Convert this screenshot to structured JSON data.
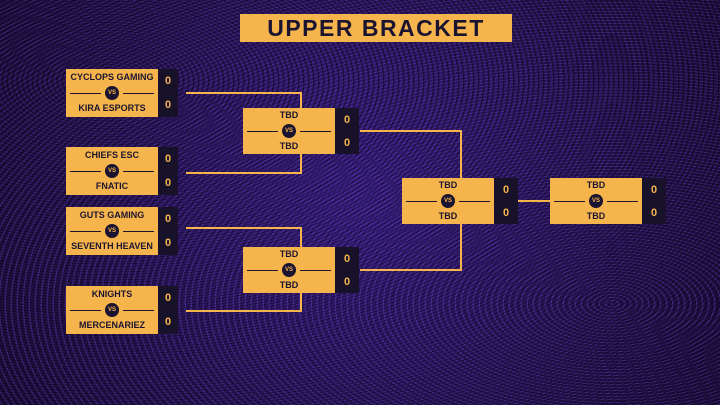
{
  "title": "UPPER BRACKET",
  "vs_label": "VS",
  "round1": [
    {
      "team1": "CYCLOPS GAMING",
      "team2": "KIRA ESPORTS",
      "score1": "0",
      "score2": "0"
    },
    {
      "team1": "CHIEFS ESC",
      "team2": "FNATIC",
      "score1": "0",
      "score2": "0"
    },
    {
      "team1": "GUTS GAMING",
      "team2": "SEVENTH HEAVEN",
      "score1": "0",
      "score2": "0"
    },
    {
      "team1": "KNIGHTS",
      "team2": "MERCENARIEZ",
      "score1": "0",
      "score2": "0"
    }
  ],
  "round2": [
    {
      "team1": "TBD",
      "team2": "TBD",
      "score1": "0",
      "score2": "0"
    },
    {
      "team1": "TBD",
      "team2": "TBD",
      "score1": "0",
      "score2": "0"
    }
  ],
  "round3": [
    {
      "team1": "TBD",
      "team2": "TBD",
      "score1": "0",
      "score2": "0"
    }
  ],
  "round4": [
    {
      "team1": "TBD",
      "team2": "TBD",
      "score1": "0",
      "score2": "0"
    }
  ],
  "colors": {
    "accent": "#f6b54c",
    "dark": "#17112a",
    "background": "#2a1766"
  }
}
